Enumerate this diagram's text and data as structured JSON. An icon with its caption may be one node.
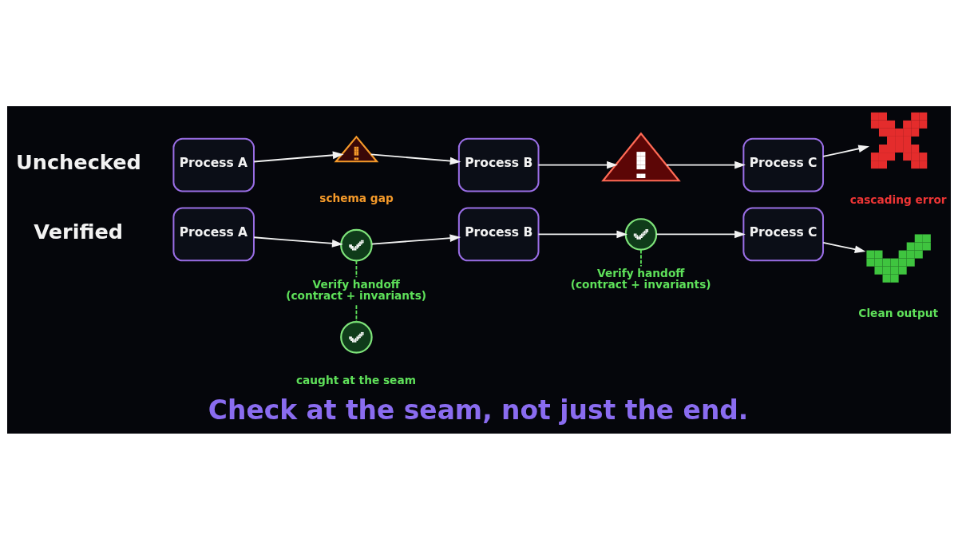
{
  "diagram": {
    "caption": "Check at the seam, not just the end.",
    "nodes": [
      {
        "text": [
          "Process A"
        ]
      },
      {
        "text": [],
        "shape": "triangle",
        "beside": [
          "schema gap"
        ]
      },
      {
        "text": [
          "Process B"
        ]
      },
      {
        "text": [],
        "shape": "triangle"
      },
      {
        "text": [
          "Process C"
        ]
      },
      {
        "text": [],
        "shape": "cross",
        "beside": [
          "cascading error"
        ]
      },
      {
        "text": [
          "Process A"
        ]
      },
      {
        "text": [],
        "shape": "circle"
      },
      {
        "text": [
          "Process B"
        ]
      },
      {
        "text": [],
        "shape": "circle"
      },
      {
        "text": [
          "Process C"
        ]
      },
      {
        "text": [],
        "shape": "checkmark",
        "beside": [
          "Clean output"
        ]
      },
      {
        "text": [
          "Verify handoff (contract + invariants)"
        ]
      },
      {
        "text": [
          "Verify handoff (contract + invariants)"
        ]
      },
      {
        "text": [],
        "shape": "circle",
        "beside": [
          "caught at the seam"
        ]
      }
    ],
    "edges": [
      {
        "from": 0,
        "to": 1,
        "arrow": "to"
      },
      {
        "from": 1,
        "to": 2,
        "arrow": "to"
      },
      {
        "from": 2,
        "to": 3,
        "arrow": "to"
      },
      {
        "from": 3,
        "to": 4,
        "arrow": "to"
      },
      {
        "from": 4,
        "to": 5,
        "arrow": "to"
      },
      {
        "from": 6,
        "to": 7,
        "arrow": "to"
      },
      {
        "from": 7,
        "to": 8,
        "arrow": "to"
      },
      {
        "from": 8,
        "to": 9,
        "arrow": "to"
      },
      {
        "from": 9,
        "to": 10,
        "arrow": "to"
      },
      {
        "from": 10,
        "to": 11,
        "arrow": "to"
      },
      {
        "from": 7,
        "to": 12,
        "arrow": "none",
        "style": "dashed",
        "color": "#5ee05a"
      },
      {
        "from": 12,
        "to": 14,
        "arrow": "none",
        "style": "dashed",
        "color": "#5ee05a"
      },
      {
        "from": 9,
        "to": 13,
        "arrow": "none",
        "style": "dashed",
        "color": "#5ee05a"
      }
    ],
    "labels": [
      "Unchecked",
      "Verified"
    ]
  }
}
